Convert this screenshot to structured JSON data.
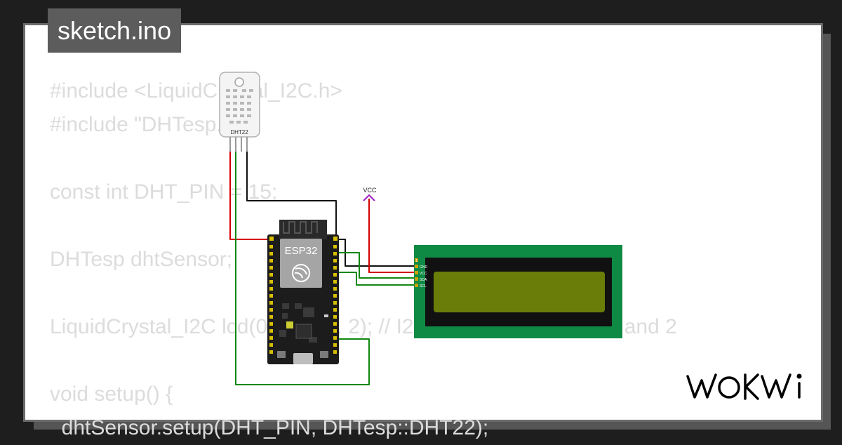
{
  "tab": {
    "filename": "sketch.ino"
  },
  "code_lines": [
    "#include <LiquidCrystal_I2C.h>",
    "#include \"DHTesp.h\"",
    "",
    "const int DHT_PIN = 15;",
    "",
    "DHTesp dhtSensor;",
    "",
    "LiquidCrystal_I2C lcd(0x27, 16, 2); // I2C address, 16 column and 2",
    "",
    "void setup() {",
    "  dhtSensor.setup(DHT_PIN, DHTesp::DHT22);"
  ],
  "circuit": {
    "sensor_label": "DHT22",
    "board_label": "ESP32",
    "power_label": "VCC",
    "lcd_pins": [
      "1",
      "GND",
      "VCC",
      "SDA",
      "SCL"
    ]
  },
  "brand": {
    "name": "WOKWi"
  },
  "colors": {
    "wire_black": "#111111",
    "wire_red": "#d40000",
    "wire_green": "#118811",
    "lcd_pcb": "#0f8a45",
    "lcd_screen": "#6a7d08",
    "board": "#1c1c1c",
    "vcc_purple": "#9b1fc4"
  }
}
